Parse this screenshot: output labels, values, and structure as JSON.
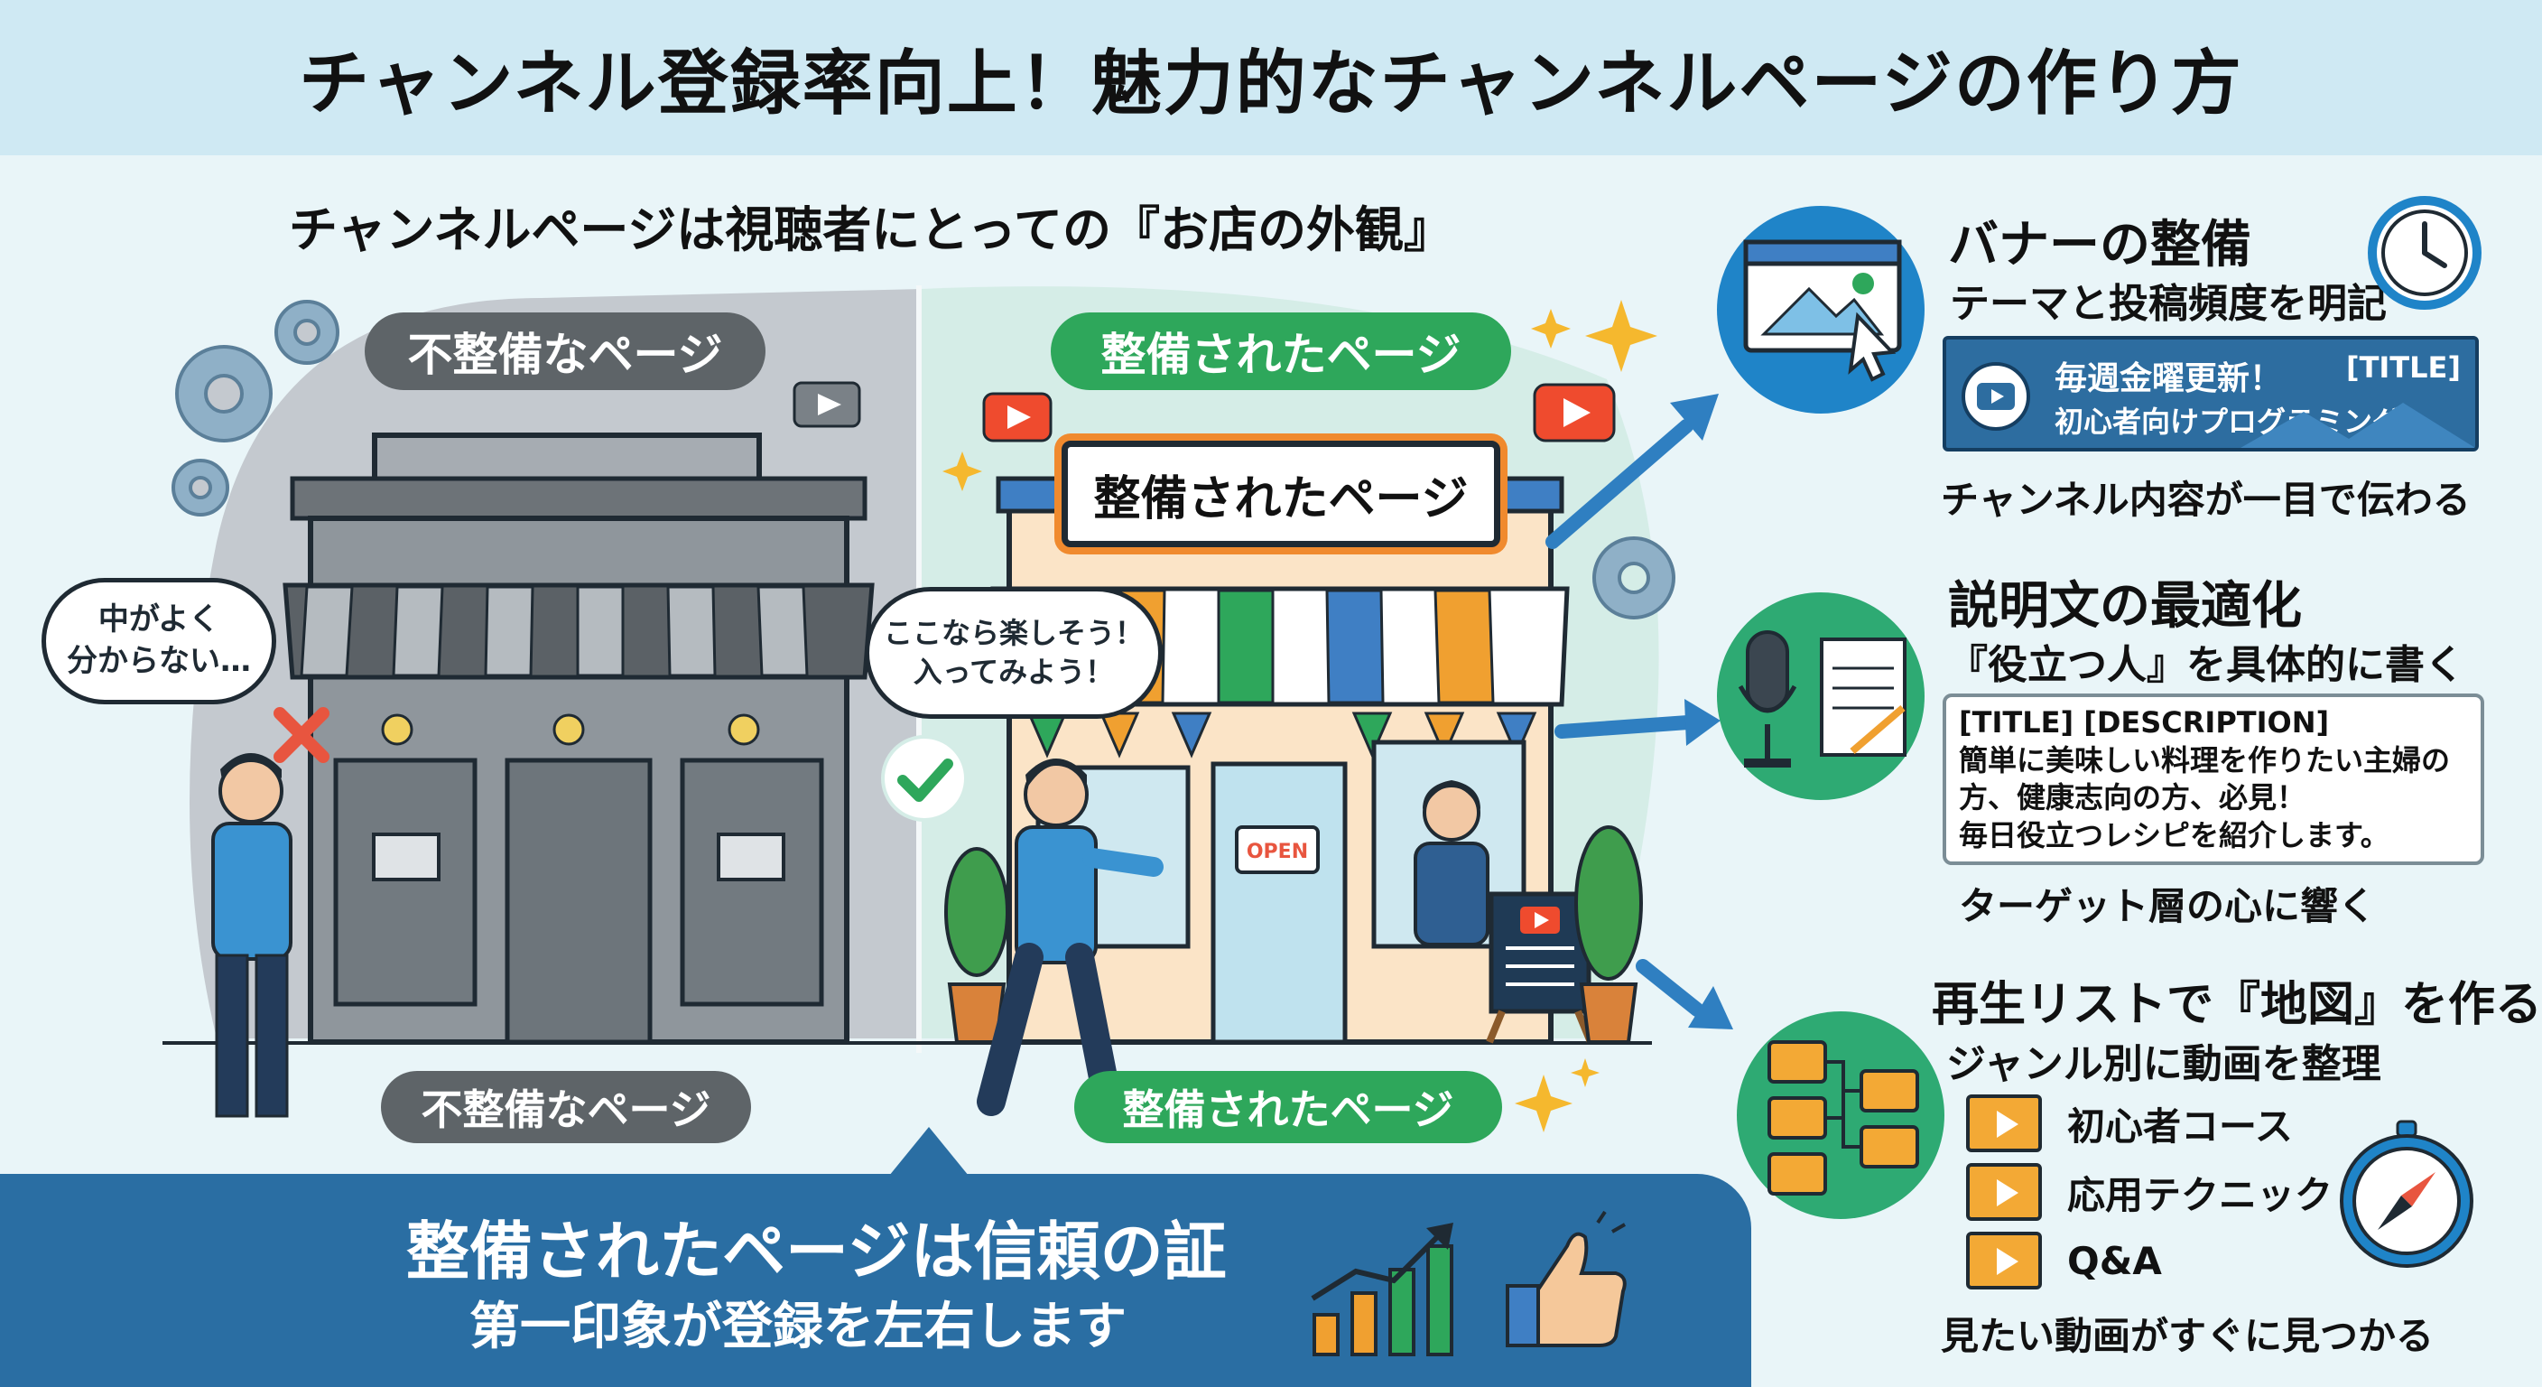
{
  "title": "チャンネル登録率向上！魅力的なチャンネルページの作り方",
  "subheading": "チャンネルページは視聴者にとっての『お店の外観』",
  "left_scene": {
    "top_label": "不整備なページ",
    "bottom_label": "不整備なページ",
    "speech": [
      "中がよく",
      "分からない…"
    ]
  },
  "right_scene": {
    "top_label": "整備されたページ",
    "sign_text": "整備されたページ",
    "bottom_label": "整備されたページ",
    "speech": [
      "ここなら楽しそう！",
      "入ってみよう！"
    ],
    "open_sign": "OPEN"
  },
  "bottom_box": {
    "line1": "整備されたページは信頼の証",
    "line2": "第一印象が登録を左右します"
  },
  "sections": {
    "banner": {
      "title": "バナーの整備",
      "subtitle": "テーマと投稿頻度を明記",
      "card_line1": "毎週金曜更新！",
      "card_line2": "初心者向けプログラミング",
      "card_tag": "[TITLE]",
      "footer": "チャンネル内容が一目で伝わる"
    },
    "description": {
      "title": "説明文の最適化",
      "subtitle": "『役立つ人』を具体的に書く",
      "card_lines": [
        "[TITLE] [DESCRIPTION]",
        "簡単に美味しい料理を作りたい主婦の",
        "方、健康志向の方、必見！",
        "毎日役立つレシピを紹介します。"
      ],
      "footer": "ターゲット層の心に響く"
    },
    "playlist": {
      "title": "再生リストで『地図』を作る",
      "subtitle": "ジャンル別に動画を整理",
      "items": [
        "初心者コース",
        "応用テクニック",
        "Q&A"
      ],
      "footer": "見たい動画がすぐに見つかる"
    }
  },
  "colors": {
    "accent_blue": "#2a6ea3",
    "green": "#2ea75b",
    "gray": "#5e6468",
    "orange": "#f3a935",
    "youtube_red": "#ef4b2e"
  }
}
